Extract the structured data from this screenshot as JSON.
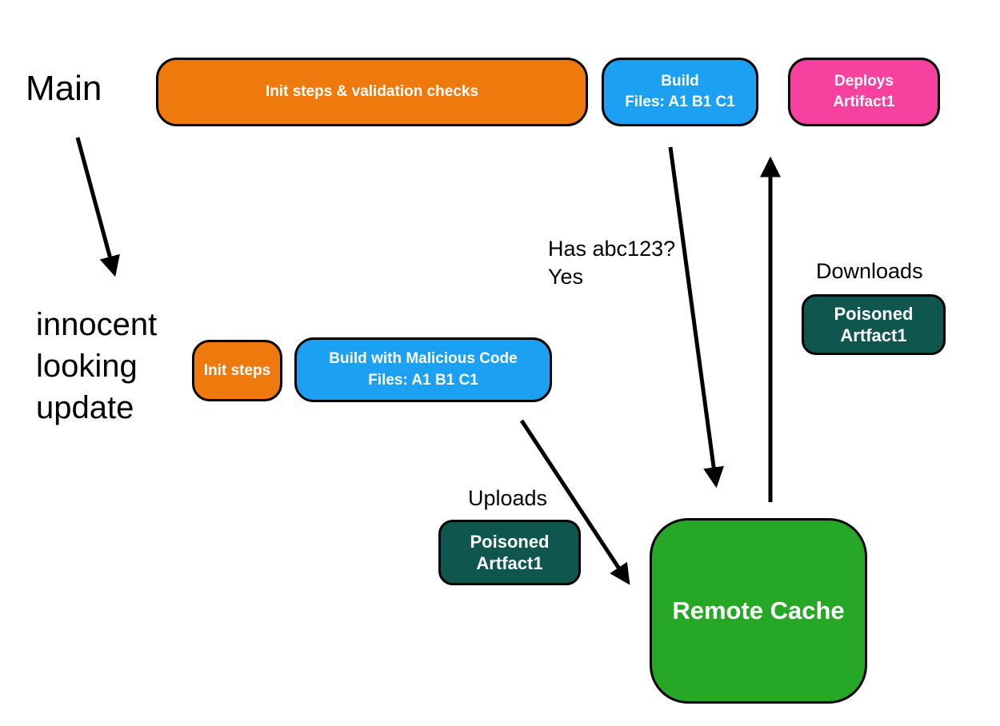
{
  "diagram": {
    "labels": {
      "main": "Main",
      "innocent_line1": "innocent",
      "innocent_line2": "looking",
      "innocent_line3": "update",
      "has_abc_line1": "Has abc123?",
      "has_abc_line2": "Yes",
      "downloads": "Downloads",
      "uploads": "Uploads"
    },
    "nodes": {
      "init_validation": {
        "label": "Init steps & validation checks",
        "color": "#EE7A0E"
      },
      "build_main": {
        "line1": "Build",
        "line2": "Files: A1 B1 C1",
        "color": "#1BA0F2"
      },
      "deploys": {
        "line1": "Deploys",
        "line2": "Artifact1",
        "color": "#F7419E"
      },
      "init_steps": {
        "label": "Init steps",
        "color": "#EE7A0E"
      },
      "build_malicious": {
        "line1": "Build with Malicious Code",
        "line2": "Files: A1 B1 C1",
        "color": "#1BA0F2"
      },
      "poisoned_download": {
        "line1": "Poisoned",
        "line2": "Artfact1",
        "color": "#0E564E"
      },
      "poisoned_upload": {
        "line1": "Poisoned",
        "line2": "Artfact1",
        "color": "#0E564E"
      },
      "remote_cache": {
        "label": "Remote Cache",
        "color": "#26A826"
      }
    },
    "colors": {
      "outline": "#000000",
      "arrow": "#000000",
      "text_on_node": "#FFFFFF",
      "text_plain": "#000000",
      "background": "#FFFFFF"
    }
  }
}
